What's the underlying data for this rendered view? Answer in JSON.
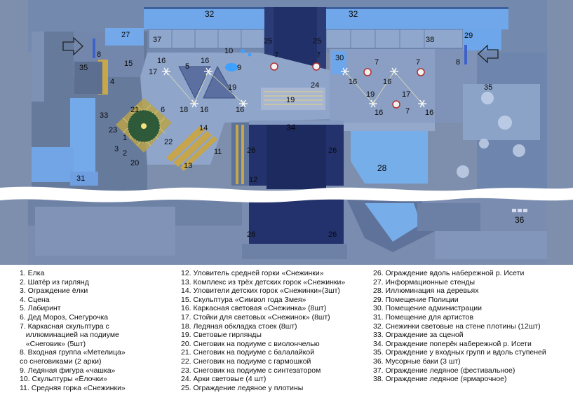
{
  "colors": {
    "ground": "#7e93b6",
    "plaza": "#8ea3c8",
    "water": "#27356b",
    "zone_blue": "#6ea8ec",
    "light_blue": "#9fd0f7",
    "building": "#b9cbe6",
    "legend_text": "#111111"
  },
  "map_labels": [
    {
      "id": "l1",
      "text": "1"
    },
    {
      "id": "l2",
      "text": "2"
    },
    {
      "id": "l3",
      "text": "3"
    },
    {
      "id": "l4",
      "text": "4"
    },
    {
      "id": "l5",
      "text": "5"
    },
    {
      "id": "l6",
      "text": "6"
    },
    {
      "id": "l7a",
      "text": "7"
    },
    {
      "id": "l7b",
      "text": "7"
    },
    {
      "id": "l7c",
      "text": "7"
    },
    {
      "id": "l7d",
      "text": "7"
    },
    {
      "id": "l7e",
      "text": "7"
    },
    {
      "id": "l8a",
      "text": "8"
    },
    {
      "id": "l8b",
      "text": "8"
    },
    {
      "id": "l9",
      "text": "9"
    },
    {
      "id": "l10",
      "text": "10"
    },
    {
      "id": "l11",
      "text": "11"
    },
    {
      "id": "l12",
      "text": "12"
    },
    {
      "id": "l13",
      "text": "13"
    },
    {
      "id": "l14",
      "text": "14"
    },
    {
      "id": "l15",
      "text": "15"
    },
    {
      "id": "l16a",
      "text": "16"
    },
    {
      "id": "l16b",
      "text": "16"
    },
    {
      "id": "l16c",
      "text": "16"
    },
    {
      "id": "l16d",
      "text": "16"
    },
    {
      "id": "l16e",
      "text": "16"
    },
    {
      "id": "l16f",
      "text": "16"
    },
    {
      "id": "l16g",
      "text": "16"
    },
    {
      "id": "l16h",
      "text": "16"
    },
    {
      "id": "l17a",
      "text": "17"
    },
    {
      "id": "l17b",
      "text": "17"
    },
    {
      "id": "l18",
      "text": "18"
    },
    {
      "id": "l19a",
      "text": "19"
    },
    {
      "id": "l19b",
      "text": "19"
    },
    {
      "id": "l19c",
      "text": "19"
    },
    {
      "id": "l20",
      "text": "20"
    },
    {
      "id": "l21",
      "text": "21"
    },
    {
      "id": "l22",
      "text": "22"
    },
    {
      "id": "l23",
      "text": "23"
    },
    {
      "id": "l24",
      "text": "24"
    },
    {
      "id": "l25a",
      "text": "25"
    },
    {
      "id": "l25b",
      "text": "25"
    },
    {
      "id": "l26a",
      "text": "26"
    },
    {
      "id": "l26b",
      "text": "26"
    },
    {
      "id": "l26c",
      "text": "26"
    },
    {
      "id": "l26d",
      "text": "26"
    },
    {
      "id": "l27",
      "text": "27"
    },
    {
      "id": "l28",
      "text": "28"
    },
    {
      "id": "l29",
      "text": "29"
    },
    {
      "id": "l30",
      "text": "30"
    },
    {
      "id": "l31",
      "text": "31"
    },
    {
      "id": "l32a",
      "text": "32"
    },
    {
      "id": "l32b",
      "text": "32"
    },
    {
      "id": "l33",
      "text": "33"
    },
    {
      "id": "l34",
      "text": "34"
    },
    {
      "id": "l35a",
      "text": "35"
    },
    {
      "id": "l35b",
      "text": "35"
    },
    {
      "id": "l36",
      "text": "36"
    },
    {
      "id": "l37",
      "text": "37"
    },
    {
      "id": "l38",
      "text": "38"
    }
  ],
  "legend": {
    "col1": [
      "1. Елка",
      "2. Шатёр из гирлянд",
      "3. Ограждение ёлки",
      "4. Сцена",
      "5. Лабиринт",
      "6. Дед Мороз, Снегурочка",
      "7. Каркасная скульптура с",
      "   иллюминацией на подиуме",
      "   «Снеговик» (5шт)",
      "8. Входная группа «Метелица»",
      "со снеговиками (2 арки)",
      "9. Ледяная фигура «чашка»",
      "10. Скульптуры «Ёлочки»",
      "11. Средняя горка «Снежинки»"
    ],
    "col2": [
      "12. Уловитель средней горки «Снежинки»",
      "13. Комплекс из трёх детских горок «Снежинки»",
      "14. Уловители детских горок «Снежинки»(3шт)",
      "15. Скульптура «Символ года Змея»",
      "16. Каркасная световая «Снежинка» (8шт)",
      "17. Стойки для световых «Снежинок» (8шт)",
      "18. Ледяная обкладка стоек (8шт)",
      "19. Световые гирлянды",
      "20. Снеговик на подиуме с виолончелью",
      "21. Снеговик на подиуме с балалайкой",
      "22. Снеговик на подиуме с гармошкой",
      "23. Снеговик на подиуме с синтезатором",
      "24. Арки световые (4 шт)",
      "25. Ограждение ледяное у плотины"
    ],
    "col3": [
      "26. Ограждение вдоль набережной р. Исети",
      "27. Информационные стенды",
      "28. Иллюминация на деревьях",
      "29. Помещение Полиции",
      "30. Помещение администрации",
      "31. Помещение для артистов",
      "32. Снежинки световые на стене плотины (12шт)",
      "33. Ограждение за сценой",
      "34. Ограждение поперёк набережной р. Исети",
      "35. Ограждение у входных групп и вдоль ступеней",
      "36. Мусорные баки (3 шт)",
      "37. Ограждение ледяное (фестивальное)",
      "38. Ограждение ледяное (ярмарочное)"
    ]
  }
}
